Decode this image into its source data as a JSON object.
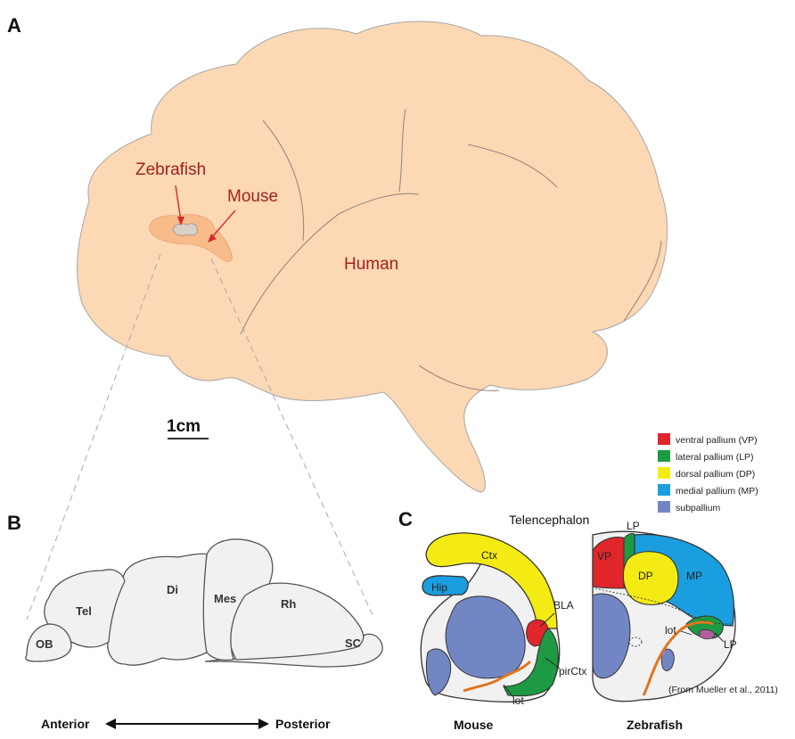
{
  "panels": {
    "a": {
      "letter": "A"
    },
    "b": {
      "letter": "B"
    },
    "c": {
      "letter": "C"
    }
  },
  "panel_a": {
    "labels": {
      "zebrafish": "Zebrafish",
      "mouse": "Mouse",
      "human": "Human"
    },
    "scale_bar": "1cm"
  },
  "panel_b": {
    "regions": {
      "ob": "OB",
      "tel": "Tel",
      "di": "Di",
      "mes": "Mes",
      "rh": "Rh",
      "sc": "SC"
    },
    "axis": {
      "anterior": "Anterior",
      "posterior": "Posterior"
    }
  },
  "panel_c": {
    "title": "Telencephalon",
    "legend": [
      {
        "label": "ventral pallium (VP)",
        "color": "#e0262b"
      },
      {
        "label": "lateral pallium (LP)",
        "color": "#1e9a44"
      },
      {
        "label": "dorsal pallium (DP)",
        "color": "#f5eb14"
      },
      {
        "label": "medial pallium (MP)",
        "color": "#1a9ee0"
      },
      {
        "label": "subpallium",
        "color": "#7386c4"
      }
    ],
    "mouse": {
      "ctx": "Ctx",
      "hip": "Hip",
      "bla": "BLA",
      "pirctx": "pirCtx",
      "lot": "lot",
      "caption": "Mouse"
    },
    "zebrafish": {
      "vp": "VP",
      "lp_top": "LP",
      "dp": "DP",
      "mp": "MP",
      "lot": "lot",
      "lp_right": "LP",
      "caption": "Zebrafish"
    },
    "citation": "(From Mueller et al., 2011)"
  },
  "colors": {
    "brain_fill": "#fcd8b4",
    "outline": "#999999",
    "label_red": "#a3211f",
    "fish_fill": "#f1f1f1",
    "lot_orange": "#e0741e"
  }
}
